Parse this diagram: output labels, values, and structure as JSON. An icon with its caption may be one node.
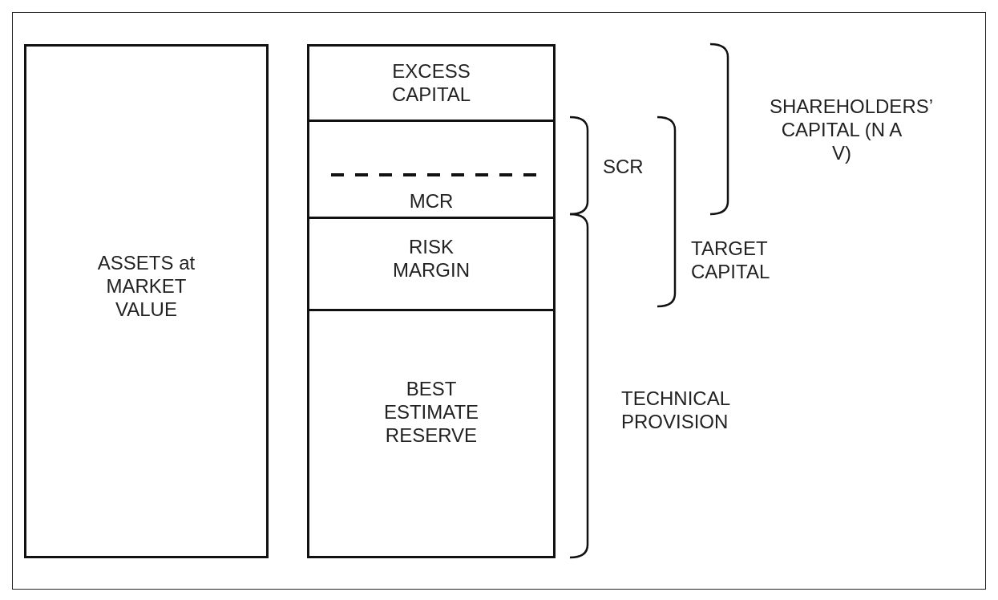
{
  "diagram": {
    "nodes": [
      {
        "text": [
          "ASSETS at MARKET VALUE"
        ]
      },
      {
        "text": [],
        "shape": "box"
      },
      {
        "text": [
          "EXCESS CAPITAL"
        ],
        "in": 1
      },
      {
        "text": [
          "MCR"
        ],
        "in": 1
      },
      {
        "text": [
          "RISK MARGIN"
        ],
        "in": 1
      },
      {
        "text": [
          "BEST ESTIMATE RESERVE"
        ],
        "in": 1
      }
    ],
    "labels": [
      "SHAREHOLDERS’ CAPITAL (N A V)",
      "SCR",
      "TARGET CAPITAL",
      "TECHNICAL PROVISION"
    ]
  }
}
